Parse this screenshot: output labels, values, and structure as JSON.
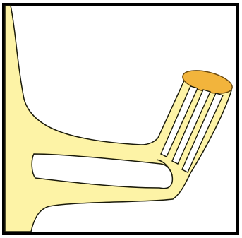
{
  "diagram": {
    "frame_color": "#000000",
    "background_color": "#ffffff",
    "body_fill": "#fdf3a6",
    "body_outline": "#1a1a0a",
    "cap_fill": "#f2b43c",
    "cap_outline": "#6b4a10",
    "parts": [
      "left-wall",
      "upper-branch",
      "lower-branch",
      "bottom-stem",
      "angled-arm",
      "arm-channels",
      "arm-cap"
    ]
  }
}
